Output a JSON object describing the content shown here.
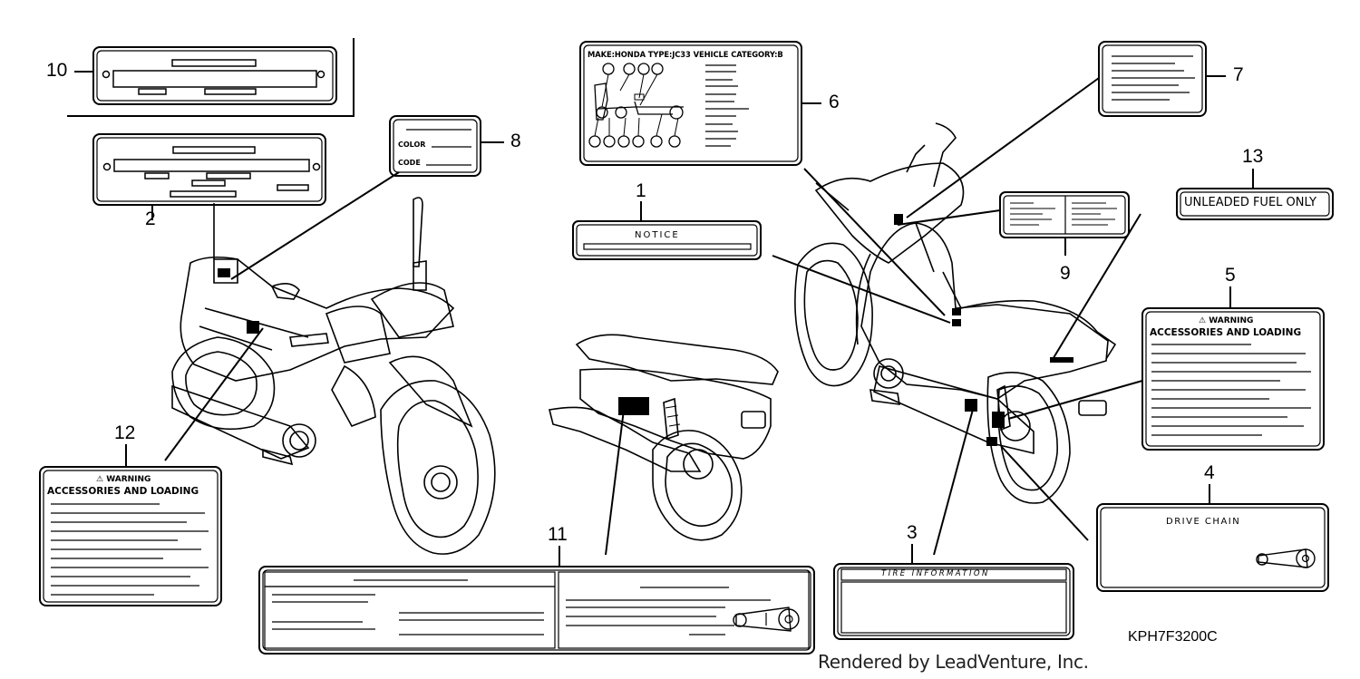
{
  "callouts": [
    "10",
    "2",
    "8",
    "1",
    "6",
    "7",
    "13",
    "9",
    "5",
    "12",
    "11",
    "3",
    "4"
  ],
  "labels": {
    "make_line": "MAKE:HONDA TYPE:JC33 VEHICLE CATEGORY:B",
    "color": "COLOR",
    "code": "CODE",
    "notice": "NOTICE",
    "unleaded": "UNLEADED FUEL ONLY",
    "warning": "⚠ WARNING",
    "accessories": "ACCESSORIES AND LOADING",
    "tire": "TIRE INFORMATION",
    "drive_chain": "DRIVE CHAIN"
  },
  "part_code": "KPH7F3200C",
  "credit": "Rendered by LeadVenture, Inc."
}
